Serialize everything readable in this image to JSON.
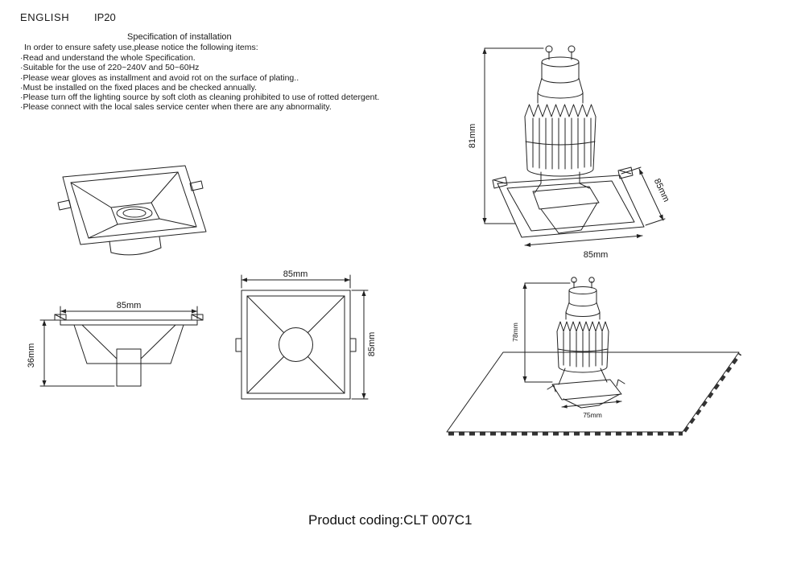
{
  "page": {
    "language_label": "ENGLISH",
    "ip_rating": "IP20"
  },
  "spec": {
    "title": "Specification of installation",
    "intro": "In order to ensure safety use,please notice the following items:",
    "items": [
      "·Read and understand the whole Specification.",
      "·Suitable for the use of 220~240V and 50~60Hz",
      "·Please wear gloves as installment and avoid rot on the surface of plating..",
      "·Must be installed on the fixed places and be checked annually.",
      "·Please turn off the lighting source by soft cloth as cleaning prohibited to use of rotted detergent.",
      "·Please connect with the local sales service center when there are any abnormality."
    ]
  },
  "dimensions": {
    "assembled_height": "81mm",
    "assembled_depth": "85mm",
    "assembled_width": "85mm",
    "side_width": "85mm",
    "side_height": "36mm",
    "front_width": "85mm",
    "front_height": "85mm",
    "install_height": "78mm",
    "cutout_width": "75mm"
  },
  "footer": {
    "product_coding": "Product coding:CLT 007C1"
  }
}
